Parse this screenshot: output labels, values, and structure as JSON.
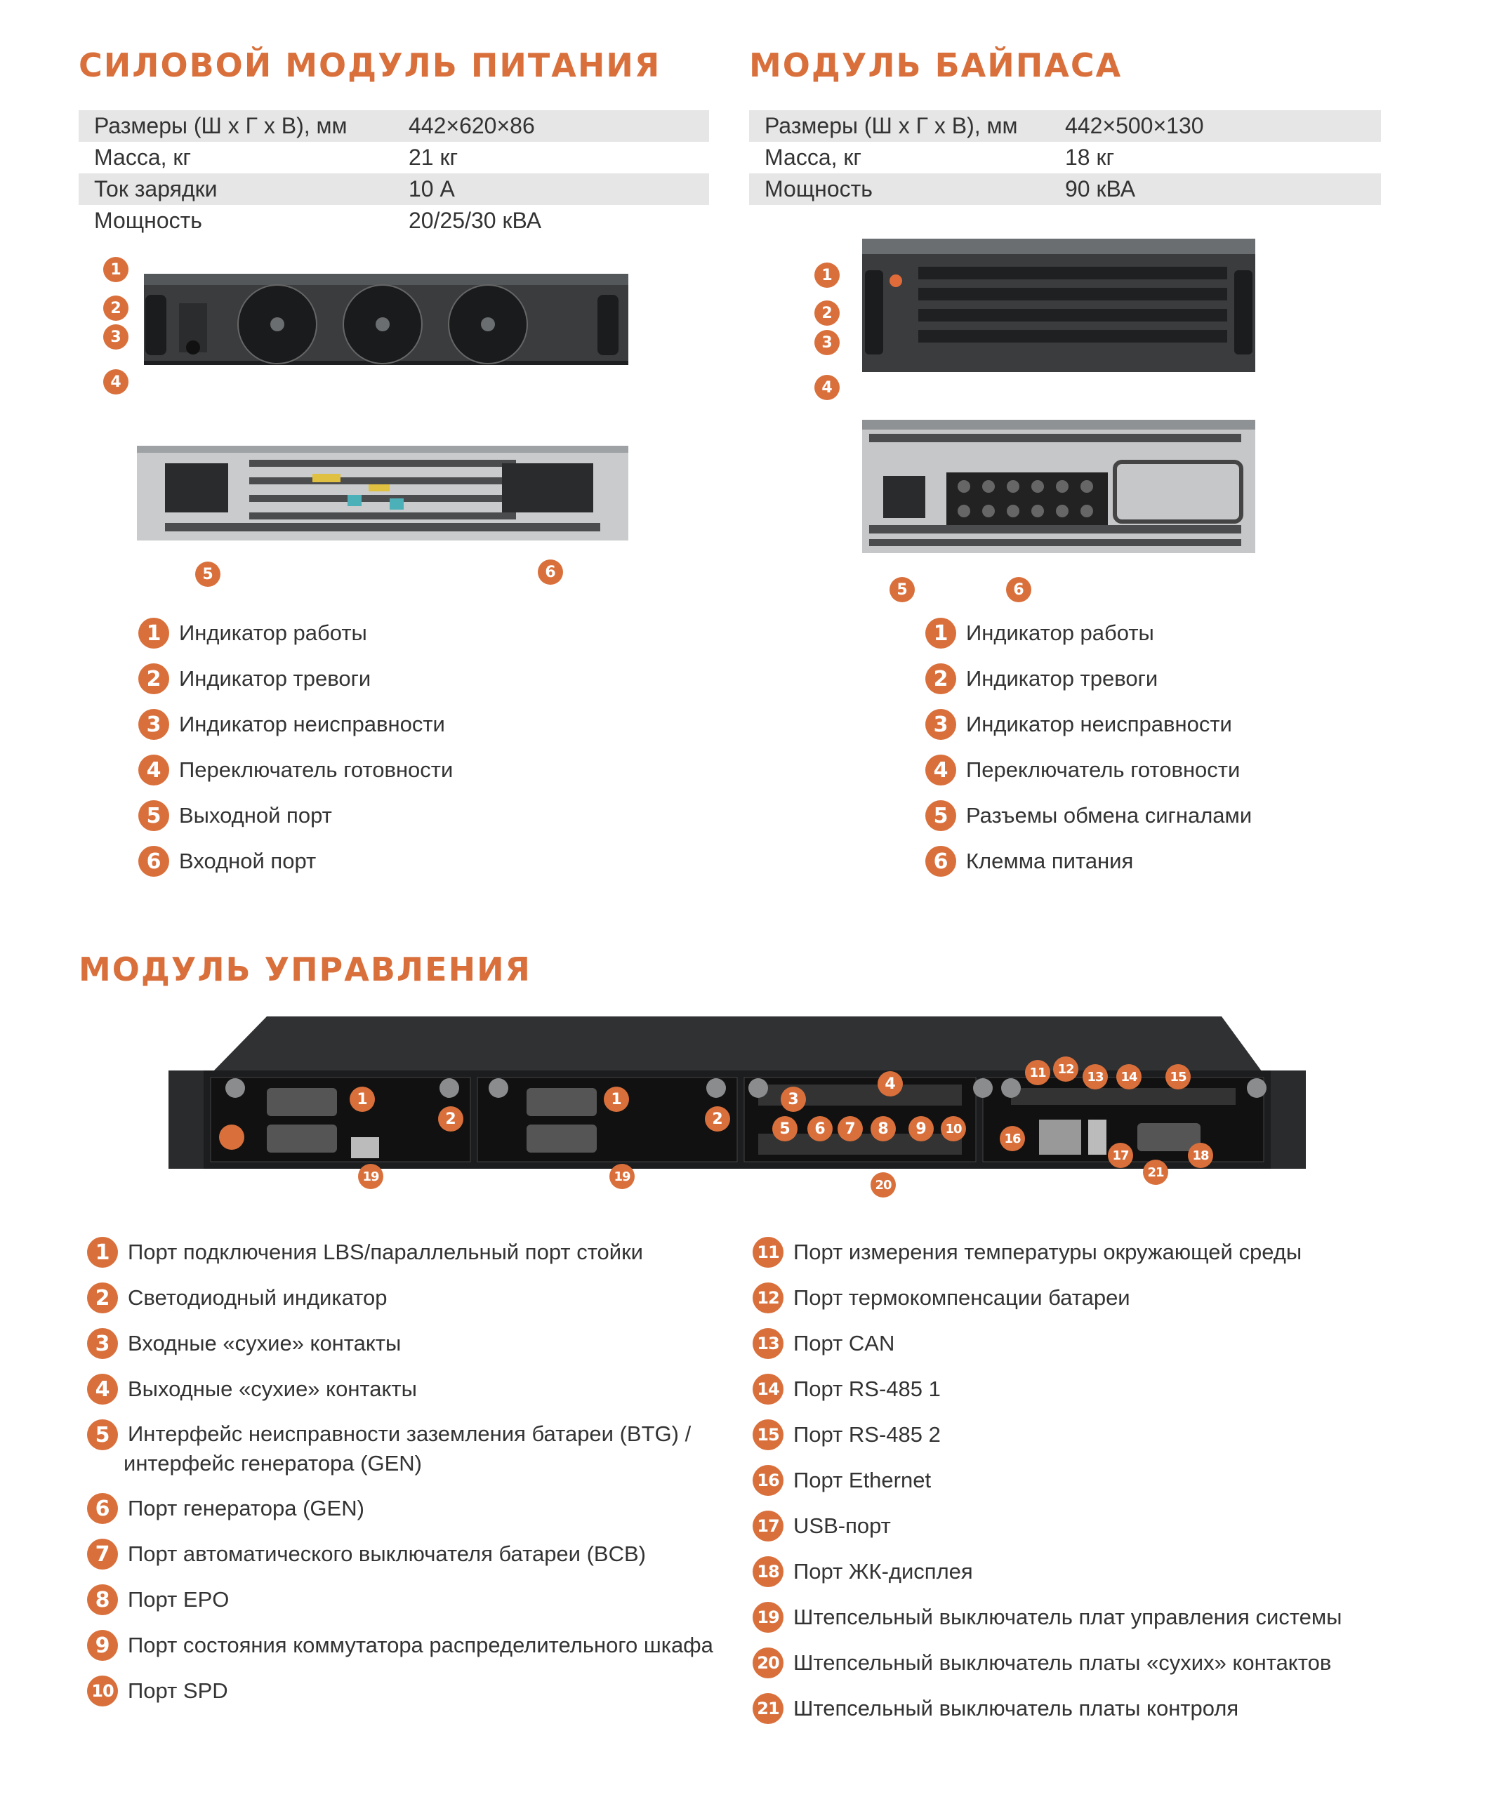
{
  "power_module": {
    "title": "СИЛОВОЙ МОДУЛЬ ПИТАНИЯ",
    "specs": [
      {
        "label": "Размеры (Ш х Г х В), мм",
        "value": "442×620×86"
      },
      {
        "label": "Масса, кг",
        "value": "21 кг"
      },
      {
        "label": "Ток зарядки",
        "value": "10 А"
      },
      {
        "label": "Мощность",
        "value": "20/25/30 кВА"
      }
    ],
    "legend": [
      {
        "n": "1",
        "text": "Индикатор работы"
      },
      {
        "n": "2",
        "text": "Индикатор тревоги"
      },
      {
        "n": "3",
        "text": "Индикатор неисправности"
      },
      {
        "n": "4",
        "text": "Переключатель готовности"
      },
      {
        "n": "5",
        "text": "Выходной порт"
      },
      {
        "n": "6",
        "text": "Входной порт"
      }
    ]
  },
  "bypass_module": {
    "title": "МОДУЛЬ БАЙПАСА",
    "specs": [
      {
        "label": "Размеры (Ш х Г х В), мм",
        "value": "442×500×130"
      },
      {
        "label": "Масса, кг",
        "value": "18 кг"
      },
      {
        "label": "Мощность",
        "value": "90 кВА"
      }
    ],
    "legend": [
      {
        "n": "1",
        "text": "Индикатор работы"
      },
      {
        "n": "2",
        "text": "Индикатор тревоги"
      },
      {
        "n": "3",
        "text": "Индикатор неисправности"
      },
      {
        "n": "4",
        "text": "Переключатель готовности"
      },
      {
        "n": "5",
        "text": "Разъемы обмена сигналами"
      },
      {
        "n": "6",
        "text": "Клемма питания"
      }
    ]
  },
  "control_module": {
    "title": "МОДУЛЬ УПРАВЛЕНИЯ",
    "legend_left": [
      {
        "n": "1",
        "text": "Порт подключения LBS/параллельный порт стойки"
      },
      {
        "n": "2",
        "text": "Светодиодный индикатор"
      },
      {
        "n": "3",
        "text": "Входные «сухие» контакты"
      },
      {
        "n": "4",
        "text": "Выходные «сухие» контакты"
      },
      {
        "n": "5",
        "text": "Интерфейс неисправности заземления батареи (BTG) /",
        "text2": "интерфейс генератора (GEN)"
      },
      {
        "n": "6",
        "text": "Порт генератора (GEN)"
      },
      {
        "n": "7",
        "text": "Порт автоматического выключателя батареи (BCB)"
      },
      {
        "n": "8",
        "text": "Порт EPO"
      },
      {
        "n": "9",
        "text": "Порт состояния коммутатора распределительного шкафа"
      },
      {
        "n": "10",
        "text": "Порт SPD"
      }
    ],
    "legend_right": [
      {
        "n": "11",
        "text": "Порт измерения температуры окружающей среды"
      },
      {
        "n": "12",
        "text": "Порт термокомпенсации батареи"
      },
      {
        "n": "13",
        "text": "Порт CAN"
      },
      {
        "n": "14",
        "text": "Порт RS-485 1"
      },
      {
        "n": "15",
        "text": "Порт RS-485 2"
      },
      {
        "n": "16",
        "text": "Порт Ethernet"
      },
      {
        "n": "17",
        "text": "USB-порт"
      },
      {
        "n": "18",
        "text": "Порт ЖК-дисплея"
      },
      {
        "n": "19",
        "text": "Штепсельный выключатель плат управления системы"
      },
      {
        "n": "20",
        "text": "Штепсельный выключатель платы «сухих» контактов"
      },
      {
        "n": "21",
        "text": "Штепсельный выключатель платы контроля"
      }
    ]
  },
  "colors": {
    "accent": "#d9703c",
    "shade": "#e6e6e6"
  }
}
